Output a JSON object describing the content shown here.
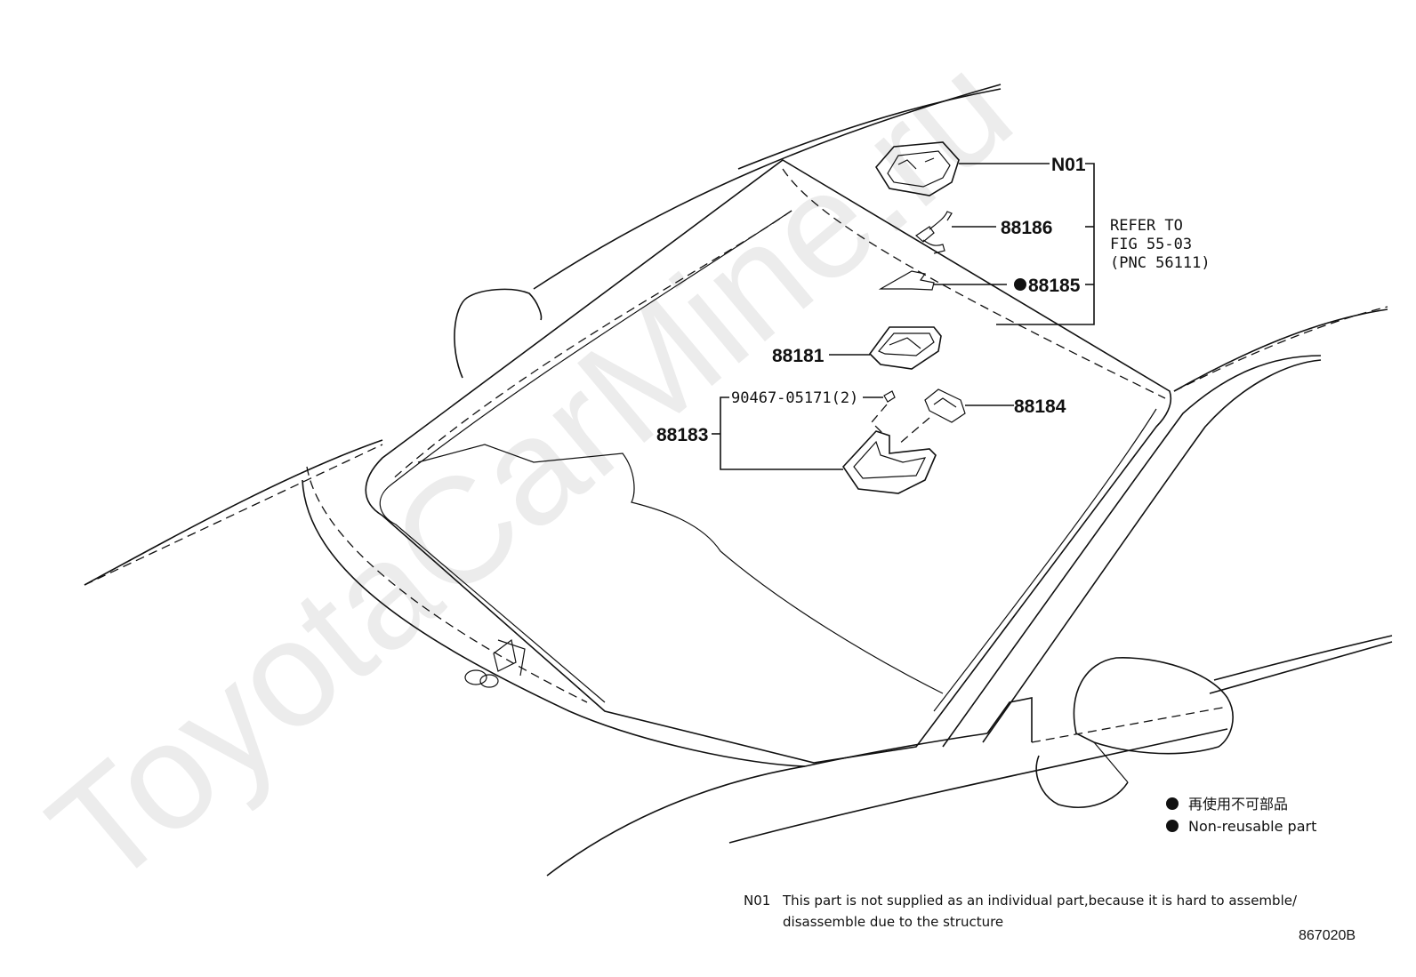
{
  "watermark": "ToyotaCarMine.ru",
  "callouts": {
    "n01": "N01",
    "p88186": "88186",
    "p88185": "88185",
    "p88181": "88181",
    "p88184": "88184",
    "p88183": "88183",
    "p90467": "90467-05171(2)"
  },
  "refer": {
    "line1": "REFER TO",
    "line2": "FIG 55-03",
    "line3": "(PNC 56111)"
  },
  "legend": {
    "jp": "再使用不可部品",
    "en": "Non-reusable part"
  },
  "note": {
    "code": "N01",
    "line1": "This part is not supplied as an individual part,because it is hard to assemble/",
    "line2": "disassemble due to the structure"
  },
  "figure_id": "867020B"
}
